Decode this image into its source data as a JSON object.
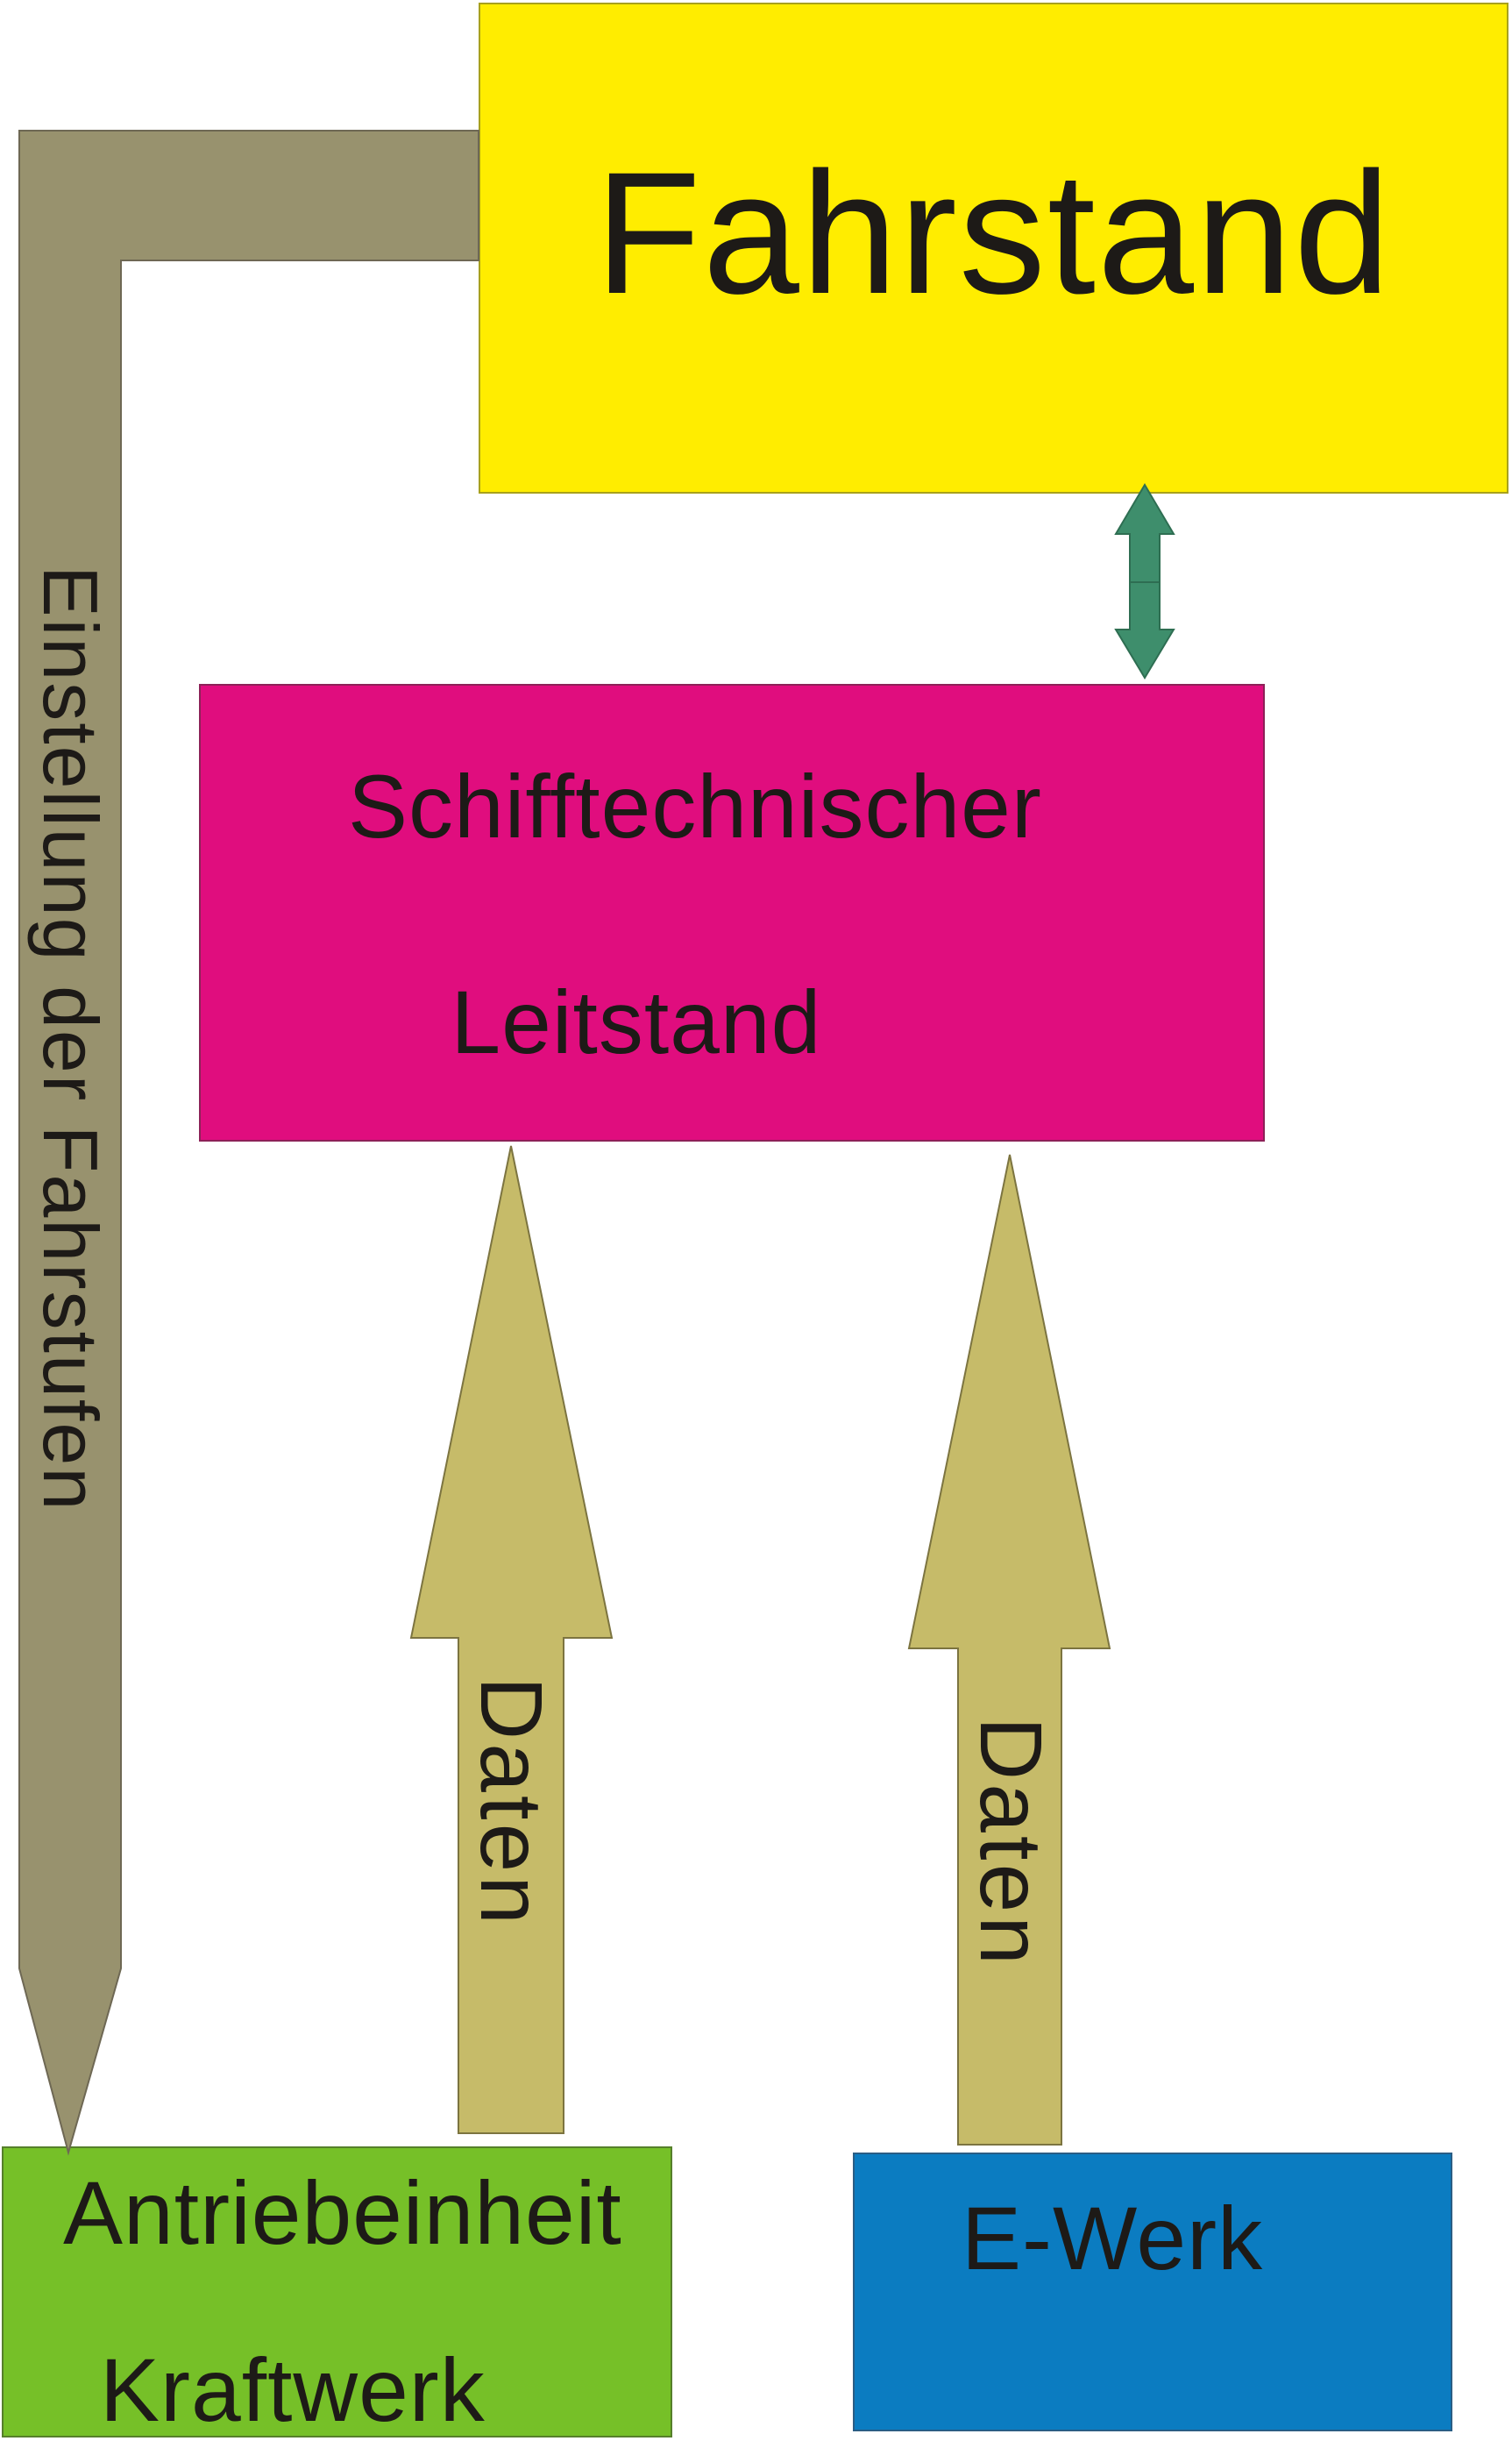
{
  "page": {
    "title": "Fahrstand Blockdiagramm",
    "background": "#ffffff",
    "text_color": "#1d1a17"
  },
  "boxes": {
    "fahrstand": {
      "label": "Fahrstand",
      "color": "#ffed00"
    },
    "leitstand": {
      "line1": "Schifftechnischer",
      "line2": "Leitstand",
      "color": "#e00d7e"
    },
    "antrieb": {
      "line1": "Antriebeinheit",
      "line2": "Kraftwerk",
      "color": "#76c028"
    },
    "ewerk": {
      "label": "E-Werk",
      "color": "#0b7cc1"
    }
  },
  "arrows": {
    "einstellung": {
      "label": "Einstellung der Fahrstufen",
      "color": "#98926e",
      "outline": "#6e6854",
      "direction": "down",
      "from": "Fahrstand",
      "to": "Antriebeinheit Kraftwerk"
    },
    "daten_left": {
      "label": "Daten",
      "color": "#c6bb69",
      "outline": "#7c7440",
      "direction": "up",
      "from": "Antriebeinheit Kraftwerk",
      "to": "Schifftechnischer Leitstand"
    },
    "daten_right": {
      "label": "Daten",
      "color": "#c6bb69",
      "outline": "#7c7440",
      "direction": "up",
      "from": "E-Werk",
      "to": "Schifftechnischer Leitstand"
    },
    "kopplung": {
      "label": "",
      "color": "#3e8e6c",
      "outline": "#2e6e52",
      "direction": "both",
      "from": "Fahrstand",
      "to": "Schifftechnischer Leitstand"
    }
  }
}
